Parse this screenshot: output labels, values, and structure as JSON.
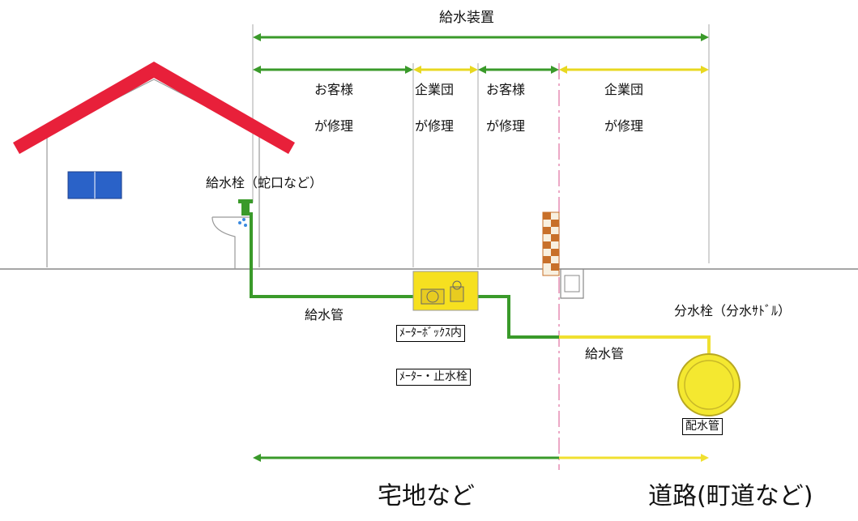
{
  "title": "給水装置",
  "sections": [
    {
      "line1": "お客様",
      "line2": "が修理"
    },
    {
      "line1": "企業団",
      "line2": "が修理"
    },
    {
      "line1": "お客様",
      "line2": "が修理"
    },
    {
      "line1": "企業団",
      "line2": "が修理"
    }
  ],
  "labels": {
    "faucet": "給水栓（蛇口など）",
    "supply_pipe_left": "給水管",
    "supply_pipe_right": "給水管",
    "branch_valve": "分水栓（分水ｻﾄﾞﾙ）",
    "meter_box": "ﾒｰﾀｰﾎﾞｯｸｽ内",
    "meter_stop": "ﾒｰﾀｰ・止水栓",
    "distribution_pipe": "配水管",
    "residential": "宅地など",
    "road": "道路(町道など)"
  },
  "colors": {
    "green_pipe": "#3a9a2a",
    "yellow_pipe": "#f0e030",
    "roof": "#e8203a",
    "window": "#2a62c8",
    "brick": "#c8702a",
    "boundary": "#e070a0"
  }
}
